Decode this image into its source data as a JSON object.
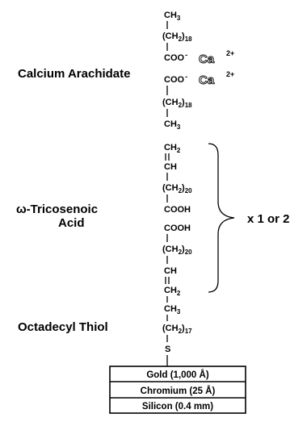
{
  "labels": {
    "calcium": "Calcium Arachidate",
    "tricosenoic_line1": "ω-Tricosenoic",
    "tricosenoic_line2": "Acid",
    "thiol": "Octadecyl Thiol",
    "multiplier": "x 1 or 2"
  },
  "molecule": {
    "ch3": "CH",
    "ch3_sub": "3",
    "ch2_paren": "(CH",
    "ch2_paren_close": ")",
    "ch2_sub": "2",
    "n18": "18",
    "n20": "20",
    "n17": "17",
    "coo": "COO",
    "coo_charge": "-",
    "calcium": "Ca",
    "calcium_charge": "2+",
    "ch2_double": "CH",
    "ch2_double_sub": "2",
    "ch": "CH",
    "cooh": "COOH",
    "sulfur": "S"
  },
  "substrate": {
    "layers": [
      "Gold  (1,000 Å)",
      "Chromium (25 Å)",
      "Silicon (0.4 mm)"
    ]
  }
}
